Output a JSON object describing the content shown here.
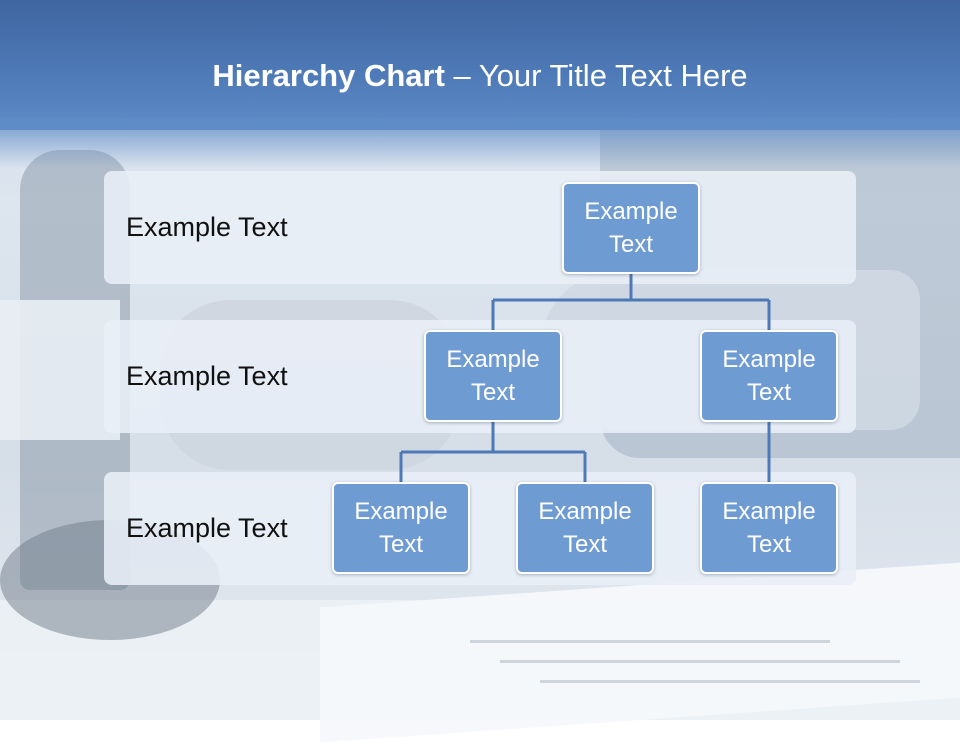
{
  "title": {
    "bold": "Hierarchy Chart",
    "dash": " – ",
    "rest": "Your Title Text Here"
  },
  "levels": [
    {
      "label": "Example Text"
    },
    {
      "label": "Example Text"
    },
    {
      "label": "Example Text"
    }
  ],
  "nodes": {
    "root": {
      "line1": "Example",
      "line2": "Text"
    },
    "l2a": {
      "line1": "Example",
      "line2": "Text"
    },
    "l2b": {
      "line1": "Example",
      "line2": "Text"
    },
    "l3a": {
      "line1": "Example",
      "line2": "Text"
    },
    "l3b": {
      "line1": "Example",
      "line2": "Text"
    },
    "l3c": {
      "line1": "Example",
      "line2": "Text"
    }
  },
  "colors": {
    "banner": "#4d79b6",
    "node_fill": "#6f9bd3",
    "connector": "#4d79b6",
    "band": "#e9eff7"
  }
}
